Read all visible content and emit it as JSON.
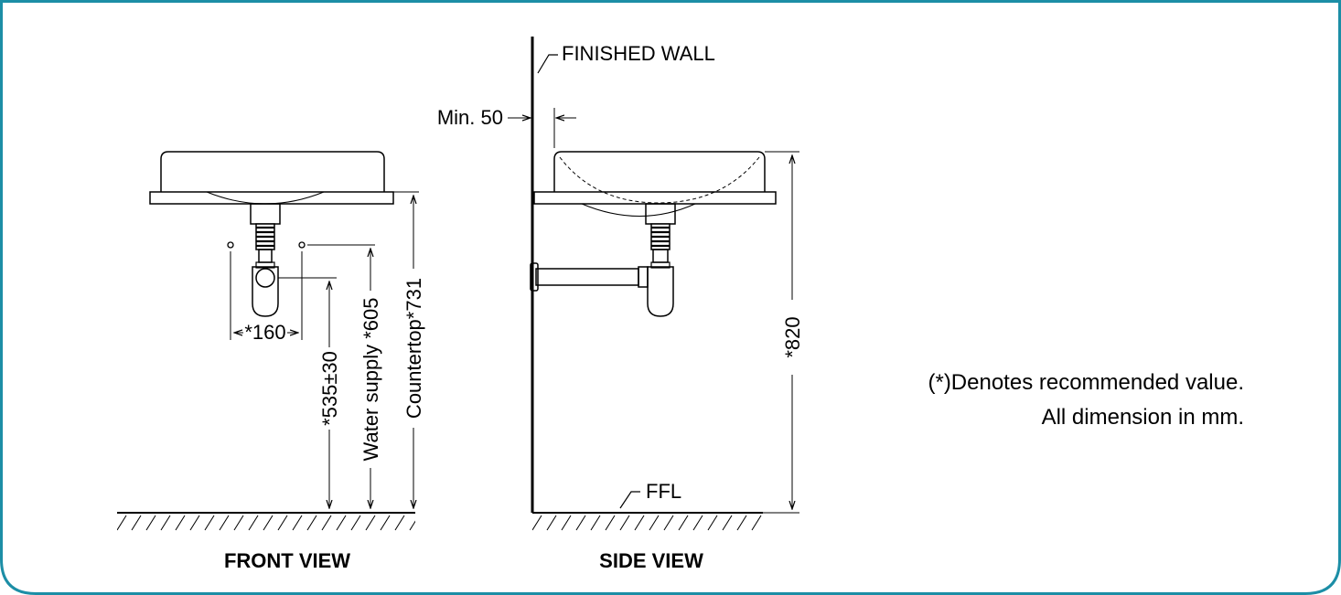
{
  "colors": {
    "border": "#1c8ea6",
    "line": "#000000",
    "background": "#ffffff"
  },
  "labels": {
    "finished_wall": "FINISHED WALL",
    "min_clearance": "Min. 50",
    "ffl": "FFL",
    "front_view": "FRONT VIEW",
    "side_view": "SIDE VIEW"
  },
  "dimensions": {
    "trap_spacing": "*160",
    "drain_height": "*535±30",
    "water_supply": "Water supply *605",
    "countertop": "Countertop*731",
    "basin_rim": "*820"
  },
  "notes": {
    "line1": "(*)Denotes recommended value.",
    "line2": "All dimension in mm."
  }
}
